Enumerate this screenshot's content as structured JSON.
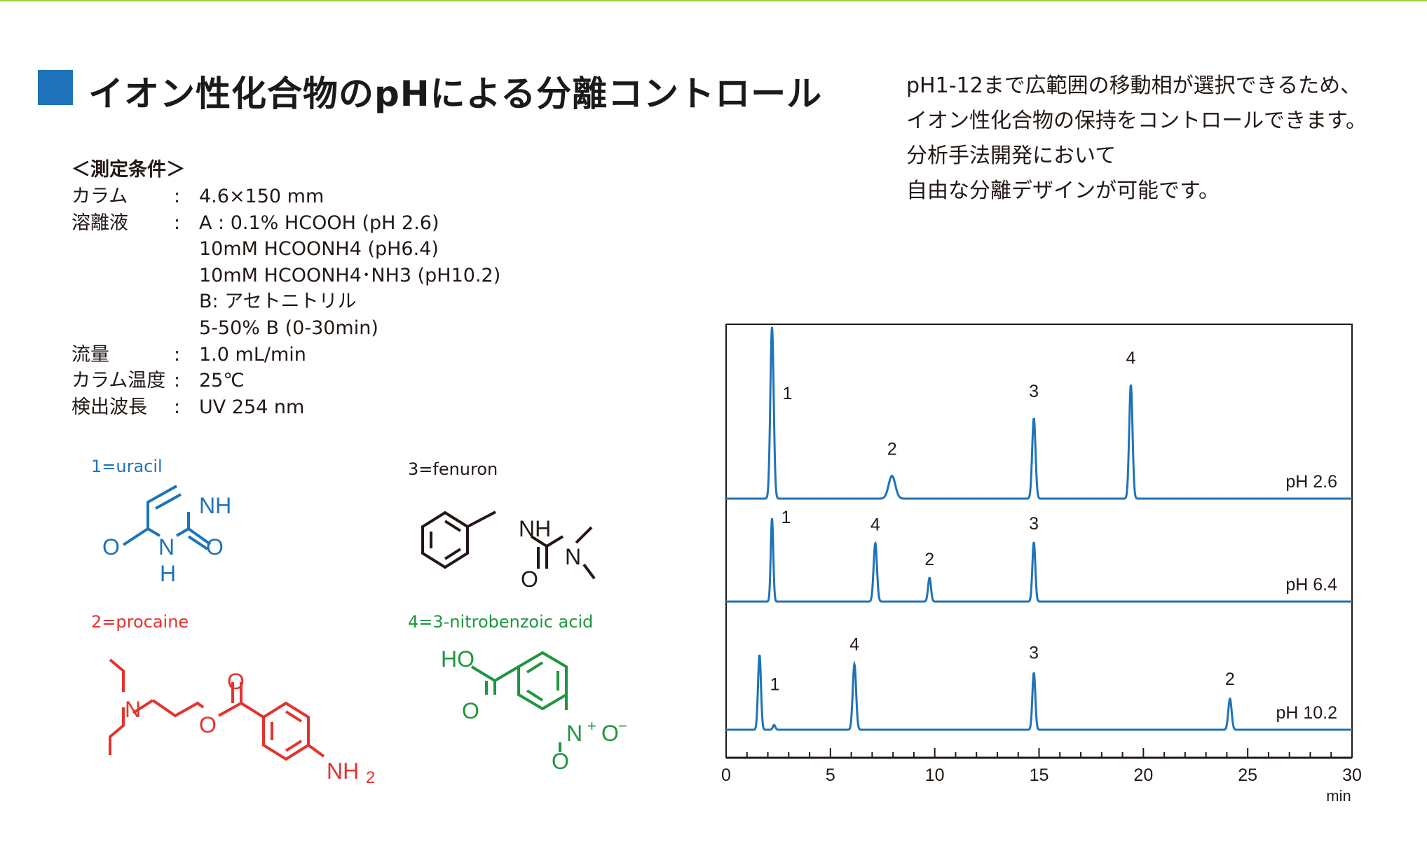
{
  "page": {
    "title": "イオン性化合物のpHによる分離コントロール",
    "intro_lines": [
      "pH1-12まで広範囲の移動相が選択できるため、",
      "イオン性化合物の保持をコントロールできます。",
      "分析手法開発において",
      "自由な分離デザインが可能です。"
    ],
    "accent_color": "#1f73b8"
  },
  "conditions": {
    "heading": "＜測定条件＞",
    "rows": [
      {
        "label": "カラム",
        "values": [
          "4.6×150 mm"
        ]
      },
      {
        "label": "溶離液",
        "values": [
          "A : 0.1% HCOOH (pH 2.6)",
          "10mM HCOONH4 (pH6.4)",
          "10mM HCOONH4･NH3 (pH10.2)",
          "B: アセトニトリル",
          "5-50% B (0-30min)"
        ]
      },
      {
        "label": "流量",
        "values": [
          "1.0 mL/min"
        ]
      },
      {
        "label": "カラム温度",
        "values": [
          "25℃"
        ]
      },
      {
        "label": "検出波長",
        "values": [
          "UV 254 nm"
        ]
      }
    ],
    "colon": ":"
  },
  "compounds": [
    {
      "label": "1=uracil",
      "color": "#1f73b8",
      "atoms": [
        "NH",
        "O",
        "N",
        "H",
        "O"
      ]
    },
    {
      "label": "2=procaine",
      "color": "#e5322d",
      "atoms": [
        "N",
        "O",
        "O",
        "NH",
        "2"
      ]
    },
    {
      "label": "3=fenuron",
      "color": "#231815",
      "atoms": [
        "NH",
        "O",
        "N"
      ]
    },
    {
      "label": "4=3-nitrobenzoic acid",
      "color": "#1f9640",
      "atoms": [
        "HO",
        "O",
        "N",
        "+",
        "O",
        "−",
        "O"
      ]
    }
  ],
  "chart_data": {
    "type": "line",
    "xlabel": "min",
    "xlim": [
      0,
      30
    ],
    "xticks": [
      "0",
      "5",
      "10",
      "15",
      "20",
      "25",
      "30"
    ],
    "line_color": "#1f73b8",
    "grid": false,
    "series": [
      {
        "name": "pH 2.6",
        "peaks": [
          {
            "label": "1",
            "rt": 2.2,
            "height": 0.98,
            "width": 0.08
          },
          {
            "label": "2",
            "rt": 7.95,
            "height": 0.13,
            "width": 0.16
          },
          {
            "label": "3",
            "rt": 14.75,
            "height": 0.46,
            "width": 0.08
          },
          {
            "label": "4",
            "rt": 19.4,
            "height": 0.65,
            "width": 0.08
          }
        ]
      },
      {
        "name": "pH 6.4",
        "peaks": [
          {
            "label": "1",
            "rt": 2.2,
            "height": 0.7,
            "width": 0.06
          },
          {
            "label": "4",
            "rt": 7.15,
            "height": 0.49,
            "width": 0.08
          },
          {
            "label": "2",
            "rt": 9.75,
            "height": 0.2,
            "width": 0.07
          },
          {
            "label": "3",
            "rt": 14.75,
            "height": 0.5,
            "width": 0.07
          }
        ]
      },
      {
        "name": "pH 10.2",
        "peaks": [
          {
            "label": "1",
            "rt": 1.6,
            "height": 0.63,
            "width": 0.07
          },
          {
            "label": "",
            "rt": 2.3,
            "height": 0.04,
            "width": 0.06
          },
          {
            "label": "4",
            "rt": 6.15,
            "height": 0.55,
            "width": 0.08
          },
          {
            "label": "3",
            "rt": 14.75,
            "height": 0.48,
            "width": 0.07
          },
          {
            "label": "2",
            "rt": 24.15,
            "height": 0.26,
            "width": 0.08
          }
        ]
      }
    ]
  }
}
